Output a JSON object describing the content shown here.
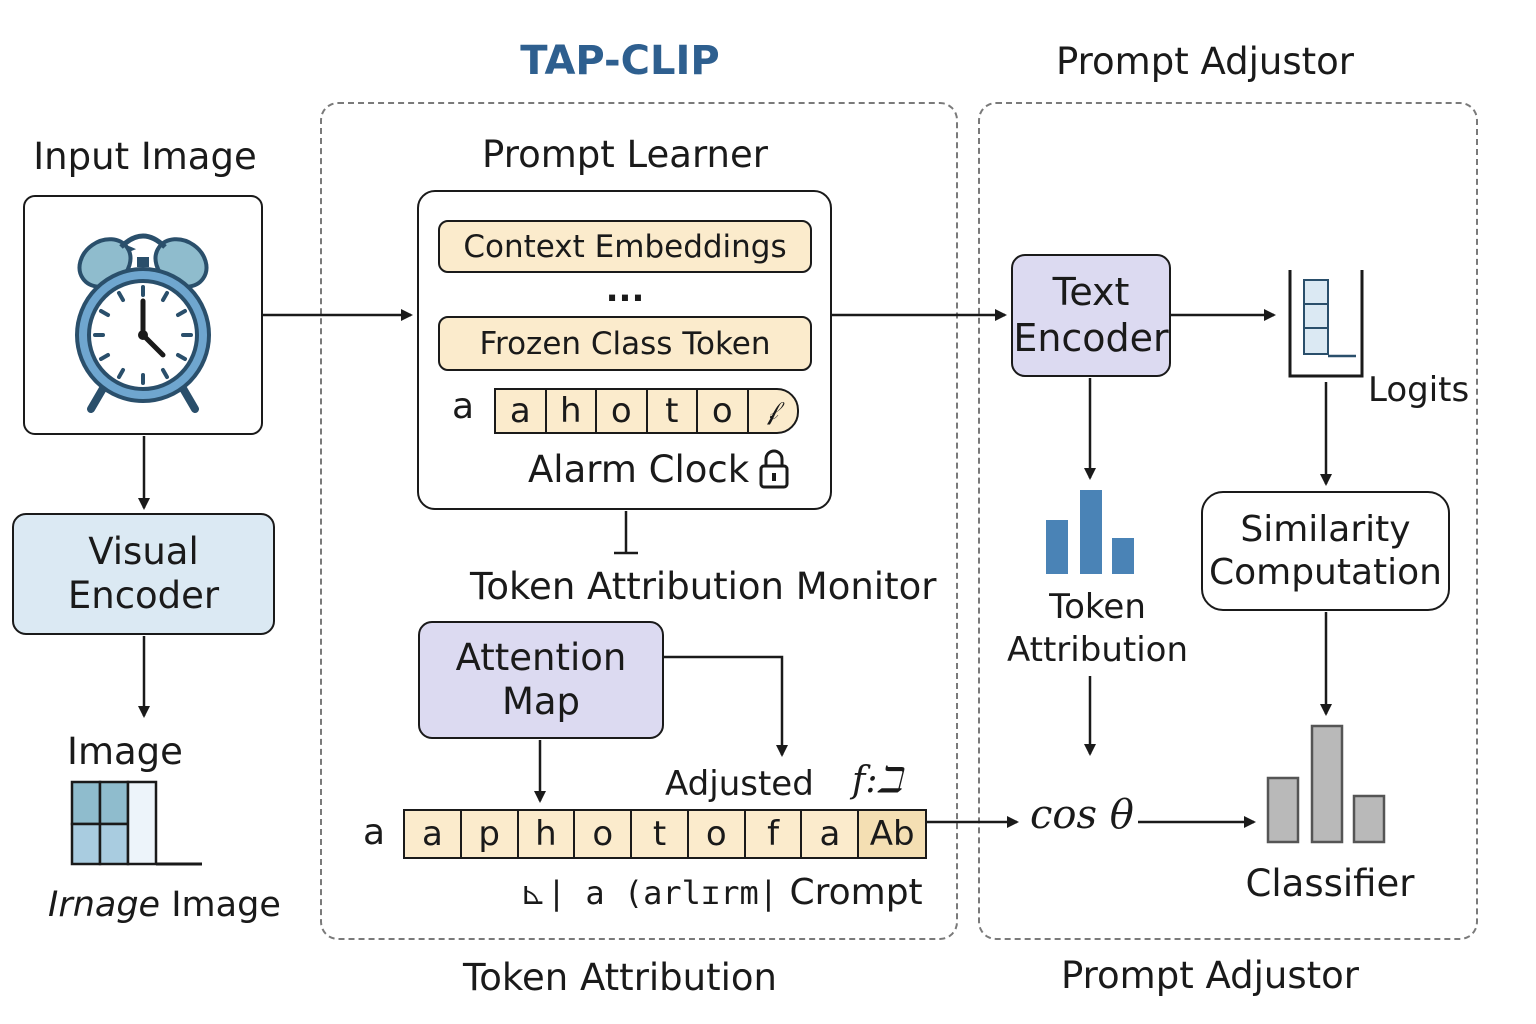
{
  "title": "TAP-CLIP",
  "header_prompt_adjustor": "Prompt Adjustor",
  "input_image": {
    "label": "Input Image",
    "icon": "alarm-clock-icon"
  },
  "visual_encoder": {
    "label": "Visual\nEncoder"
  },
  "image_label": "Image",
  "image_caption": {
    "italic": "Irnage",
    "normal": "Image"
  },
  "prompt_learner": {
    "label": "Prompt Learner",
    "context_embeddings": "Context Embeddings",
    "ellipsis": "...",
    "frozen_class_token": "Frozen Class Token",
    "prefix": "a",
    "tokens": [
      "a",
      "h",
      "o",
      "t",
      "o",
      "𝒻"
    ],
    "class_label": "Alarm Clock",
    "lock_icon": "lock-icon"
  },
  "token_attribution_monitor": "Token Attribution Monitor",
  "attention_map": "Attention\nMap",
  "adjusted_label": "Adjusted",
  "f_symbol": "𝑓:ℶ",
  "adjusted_row": {
    "prefix": "a",
    "tokens": [
      "a",
      "p",
      "h",
      "o",
      "t",
      "o",
      "f",
      "a",
      "Ab"
    ]
  },
  "crompt_line": {
    "glyphs": "⊾| a (arlɪrm|",
    "word": "Crompt"
  },
  "footer_token_attribution": "Token Attribution",
  "footer_prompt_adjustor": "Prompt Adjustor",
  "text_encoder": "Text\nEncoder",
  "logits_label": "Logits",
  "token_attribution_label": "Token\nAttribution",
  "similarity_computation": "Similarity\nComputation",
  "cos_label": "cos θ",
  "classifier_label": "Classifier",
  "colors": {
    "title": "#2e5f8f",
    "visual_encoder_fill": "#dbe9f3",
    "purple_fill": "#dcdaf1",
    "token_fill": "#fbebcc",
    "bar_blue": "#4a83b6",
    "bar_gray": "#b9b9b9"
  }
}
